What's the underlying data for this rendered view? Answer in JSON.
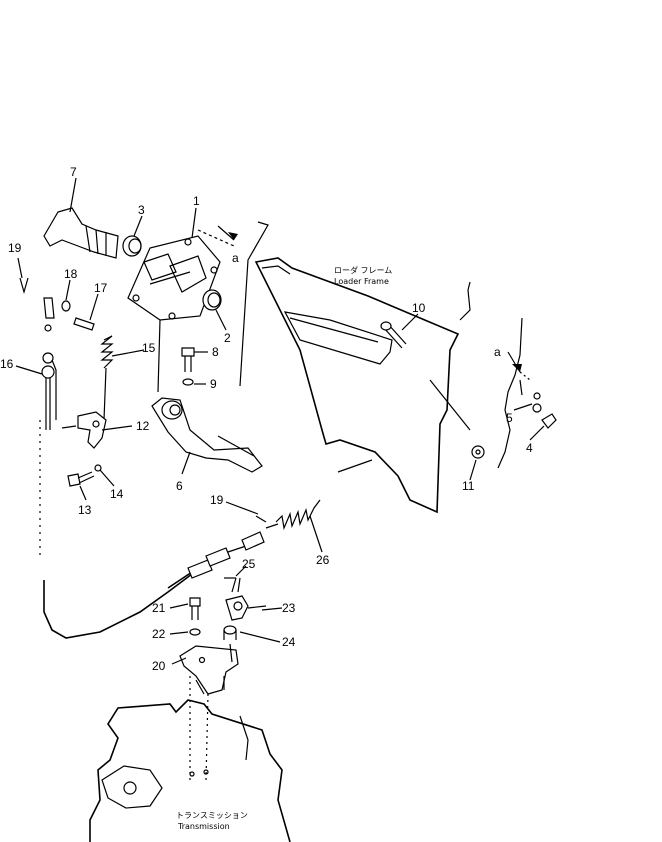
{
  "diagram": {
    "callouts": [
      "1",
      "2",
      "3",
      "4",
      "5",
      "6",
      "7",
      "8",
      "9",
      "10",
      "11",
      "12",
      "13",
      "14",
      "15",
      "16",
      "17",
      "18",
      "19",
      "19",
      "20",
      "21",
      "22",
      "23",
      "24",
      "25",
      "26"
    ],
    "view_markers": [
      "a",
      "a"
    ],
    "loader_frame": {
      "jp": "ローダ フレーム",
      "en": "Loader Frame"
    },
    "transmission": {
      "jp": "トランスミッション",
      "en": "Transmission"
    }
  }
}
